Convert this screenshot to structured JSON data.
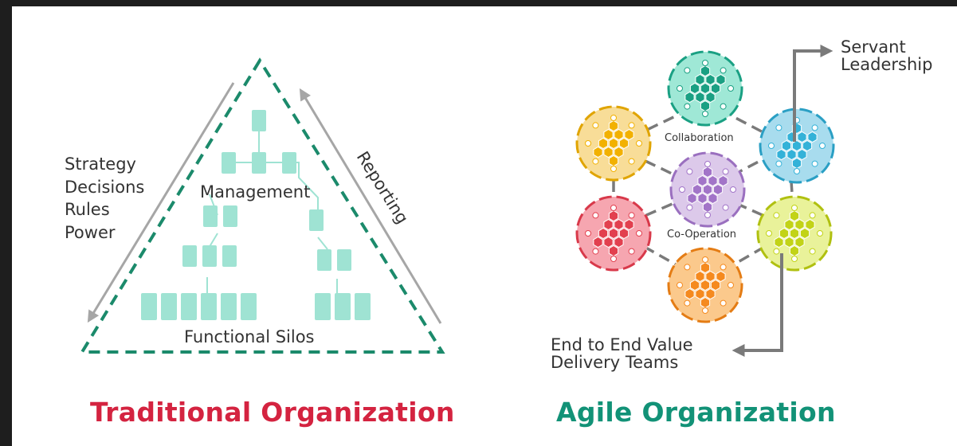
{
  "traditional": {
    "title": "Traditional Organization",
    "left_labels": [
      "Strategy",
      "Decisions",
      "Rules",
      "Power"
    ],
    "management_label": "Management",
    "silos_label": "Functional Silos",
    "reporting_label": "Reporting",
    "title_color": "#d42340",
    "triangle_color": "#1b8a6b",
    "box_color": "#9fe3d3",
    "arrow_color": "#a6a6a6"
  },
  "agile": {
    "title": "Agile Organization",
    "title_color": "#129277",
    "collaboration_label": "Collaboration",
    "cooperation_label": "Co-Operation",
    "servant_label": [
      "Servant",
      "Leadership"
    ],
    "delivery_label": [
      "End to End Value",
      "Delivery Teams"
    ],
    "arrow_color": "#7a7a7a",
    "link_color": "#7a7a7a",
    "teams": [
      {
        "name": "top",
        "fill": "#9fe8d6",
        "dots": "#1aa083",
        "ring": "#1aa083"
      },
      {
        "name": "upper-left",
        "fill": "#f8dd98",
        "dots": "#f2b100",
        "ring": "#e0a400"
      },
      {
        "name": "upper-right",
        "fill": "#a8dcee",
        "dots": "#34b2d8",
        "ring": "#2a9fc4"
      },
      {
        "name": "center",
        "fill": "#dcc9ea",
        "dots": "#a274c8",
        "ring": "#9a6fbf"
      },
      {
        "name": "lower-left",
        "fill": "#f6a6b0",
        "dots": "#e2404f",
        "ring": "#d8394a"
      },
      {
        "name": "lower-right",
        "fill": "#e9f29a",
        "dots": "#c2d317",
        "ring": "#b0c010"
      },
      {
        "name": "bottom",
        "fill": "#fbc98c",
        "dots": "#f58a1f",
        "ring": "#e47c14"
      }
    ]
  }
}
